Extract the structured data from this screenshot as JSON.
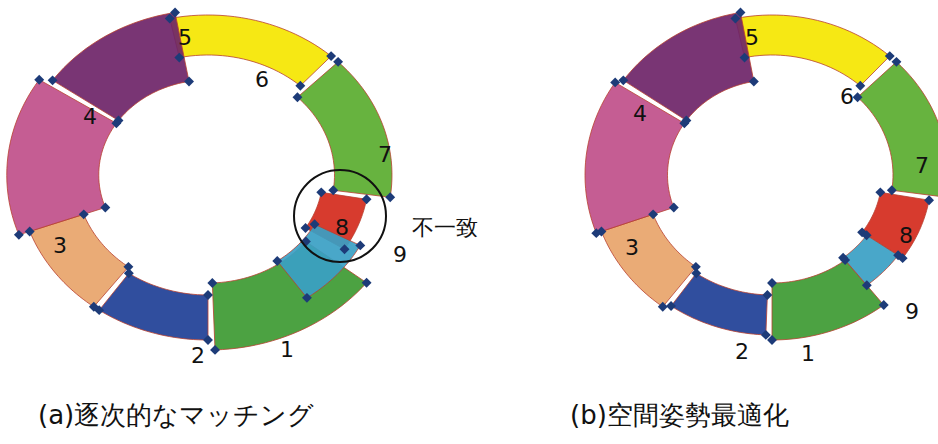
{
  "diagram": {
    "labels": [
      "5",
      "6",
      "4",
      "7",
      "8",
      "3",
      "9",
      "2",
      "1",
      "不一致",
      "5",
      "6",
      "4",
      "7",
      "3",
      "8",
      "9",
      "2",
      "1",
      "(a)逐次的なマッチング",
      "(b)空間姿勢最適化"
    ]
  }
}
